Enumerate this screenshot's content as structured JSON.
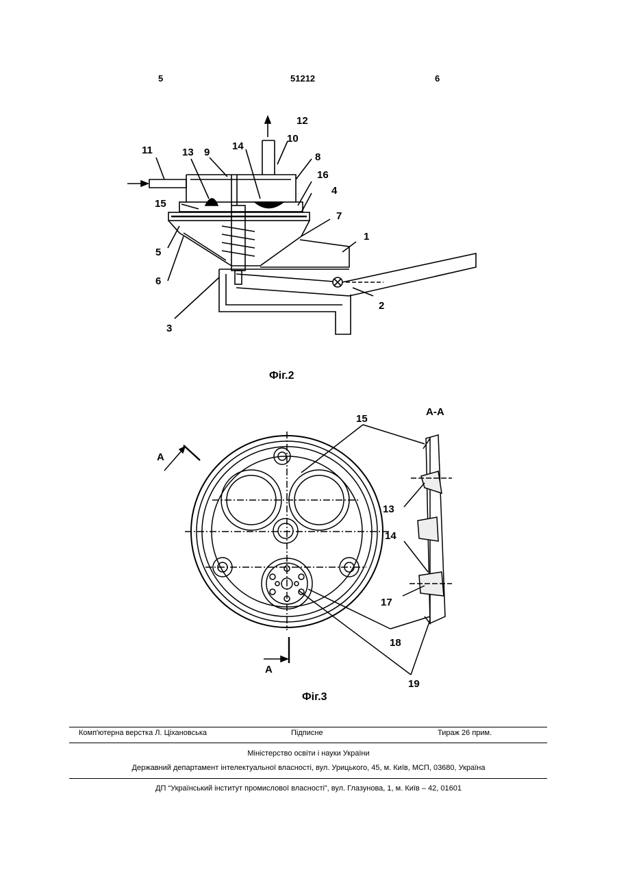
{
  "header": {
    "page_left": "5",
    "patent_number": "51212",
    "page_right": "6"
  },
  "fig2": {
    "caption": "Фіг.2",
    "labels": {
      "l1": "1",
      "l2": "2",
      "l3": "3",
      "l4": "4",
      "l5": "5",
      "l6": "6",
      "l7": "7",
      "l8": "8",
      "l9": "9",
      "l10": "10",
      "l11": "11",
      "l12": "12",
      "l13": "13",
      "l14": "14",
      "l15": "15",
      "l16": "16"
    }
  },
  "fig3": {
    "caption": "Фіг.3",
    "section_title": "А-А",
    "section_mark": "А",
    "labels": {
      "l13": "13",
      "l14": "14",
      "l15": "15",
      "l17": "17",
      "l18": "18",
      "l19": "19"
    }
  },
  "footer": {
    "composer": "Комп'ютерна верстка Л. Ціхановська",
    "signed": "Підписне",
    "circulation": "Тираж 26 прим.",
    "ministry": "Міністерство освіти і науки України",
    "department": "Державний департамент інтелектуальної власності, вул. Урицького, 45, м. Київ, МСП, 03680, Україна",
    "institute": "ДП “Український інститут промислової власності”, вул. Глазунова, 1, м. Київ – 42, 01601"
  }
}
